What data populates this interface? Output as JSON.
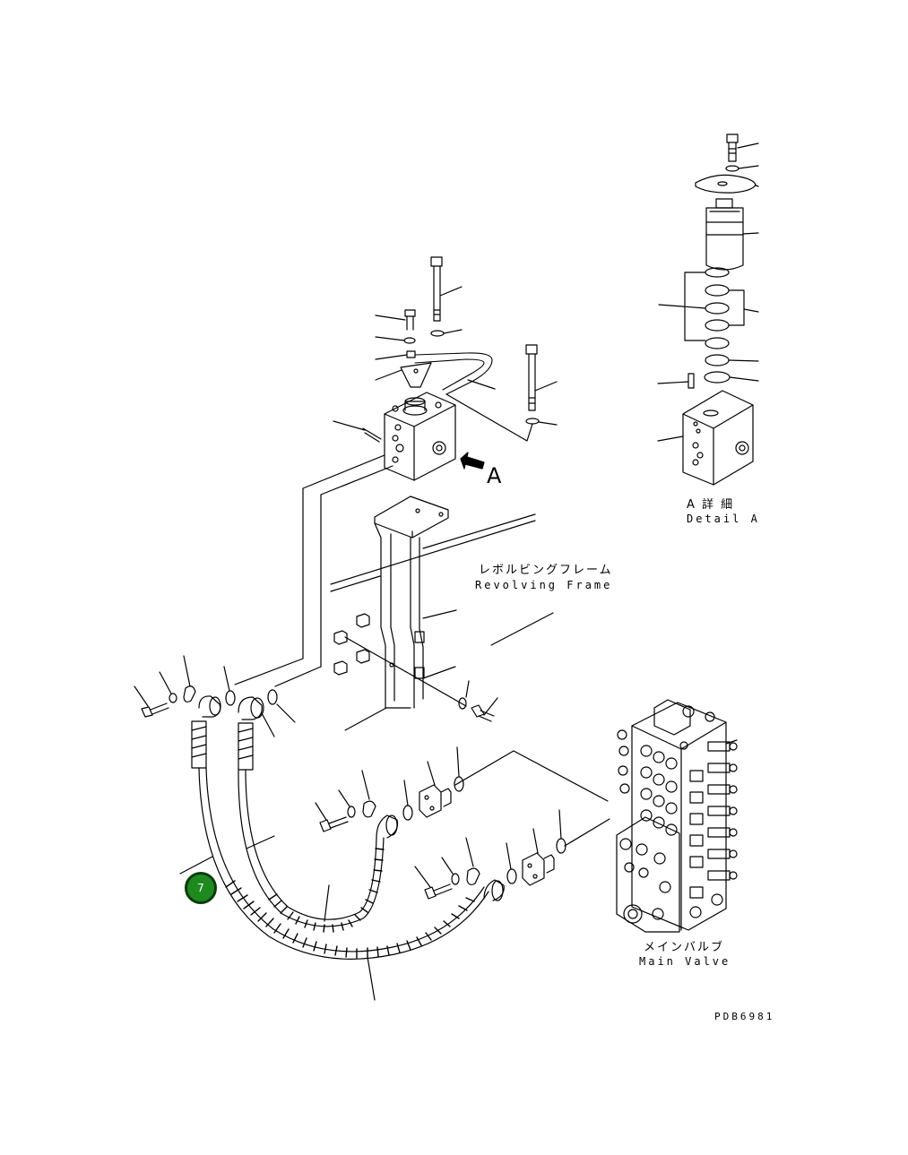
{
  "labels": {
    "detail_jp": "A  詳  細",
    "detail_en": "Detail A",
    "frame_jp": "レボルビングフレーム",
    "frame_en": "Revolving Frame",
    "valve_jp": "メインバルブ",
    "valve_en": "Main Valve",
    "view_marker": "A",
    "drawing_code": "PDB6981"
  },
  "callouts": [
    {
      "number": "7",
      "color": "#1e8a1e"
    }
  ]
}
